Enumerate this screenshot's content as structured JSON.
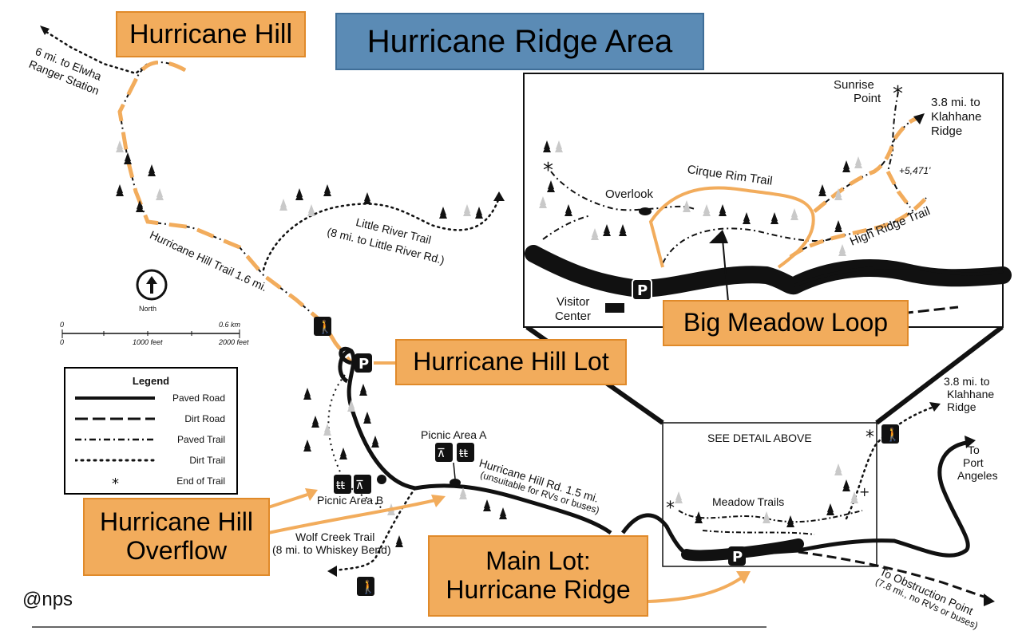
{
  "title": "Hurricane Ridge Area",
  "credit": "@nps",
  "callouts": {
    "hurricane_hill": "Hurricane Hill",
    "hurricane_hill_lot": "Hurricane Hill Lot",
    "big_meadow_loop": "Big Meadow Loop",
    "overflow_line1": "Hurricane Hill",
    "overflow_line2": "Overflow",
    "main_lot_line1": "Main Lot:",
    "main_lot_line2": "Hurricane Ridge"
  },
  "legend": {
    "title": "Legend",
    "items": [
      {
        "label": "Paved Road",
        "style": "solid"
      },
      {
        "label": "Dirt Road",
        "style": "dashed"
      },
      {
        "label": "Paved Trail",
        "style": "dashdot"
      },
      {
        "label": "Dirt Trail",
        "style": "dotted"
      },
      {
        "label": "End of Trail",
        "style": "star"
      }
    ]
  },
  "north": {
    "label": "North"
  },
  "scale": {
    "zero_top": "0",
    "km": "0.6 km",
    "zero_bottom": "0",
    "feet1": "1000 feet",
    "feet2": "2000 feet"
  },
  "labels": {
    "elwha_1": "6 mi. to Elwha",
    "elwha_2": "Ranger Station",
    "hh_trail": "Hurricane Hill Trail 1.6 mi.",
    "little_river_1": "Little River Trail",
    "little_river_2": "(8 mi. to Little River Rd.)",
    "picnic_a": "Picnic Area A",
    "picnic_b": "Picnic Area B",
    "hh_road_1": "Hurricane Hill Rd. 1.5 mi.",
    "hh_road_2": "(unsuitable for RVs or buses)",
    "wolf_1": "Wolf Creek Trail",
    "wolf_2": "(8 mi. to Whiskey Bend)",
    "see_detail": "SEE DETAIL ABOVE",
    "meadow_trails": "Meadow Trails",
    "klahhane_1": "3.8 mi. to",
    "klahhane_2": "Klahhane",
    "klahhane_3": "Ridge",
    "port_1": "To",
    "port_2": "Port",
    "port_3": "Angeles",
    "obstruction_1": "To Obstruction Point",
    "obstruction_2": "(7.8 mi., no RVs or buses)",
    "sunrise_1": "Sunrise",
    "sunrise_2": "Point",
    "detail_klahhane_1": "3.8 mi. to",
    "detail_klahhane_2": "Klahhane",
    "detail_klahhane_3": "Ridge",
    "elevation": "+5,471'",
    "overlook": "Overlook",
    "cirque": "Cirque Rim Trail",
    "high_ridge": "High Ridge Trail",
    "visitor_1": "Visitor",
    "visitor_2": "Center"
  },
  "colors": {
    "orange": "#f2ac5c",
    "orange_border": "#e08a2a",
    "title_blue": "#5b8bb5"
  }
}
